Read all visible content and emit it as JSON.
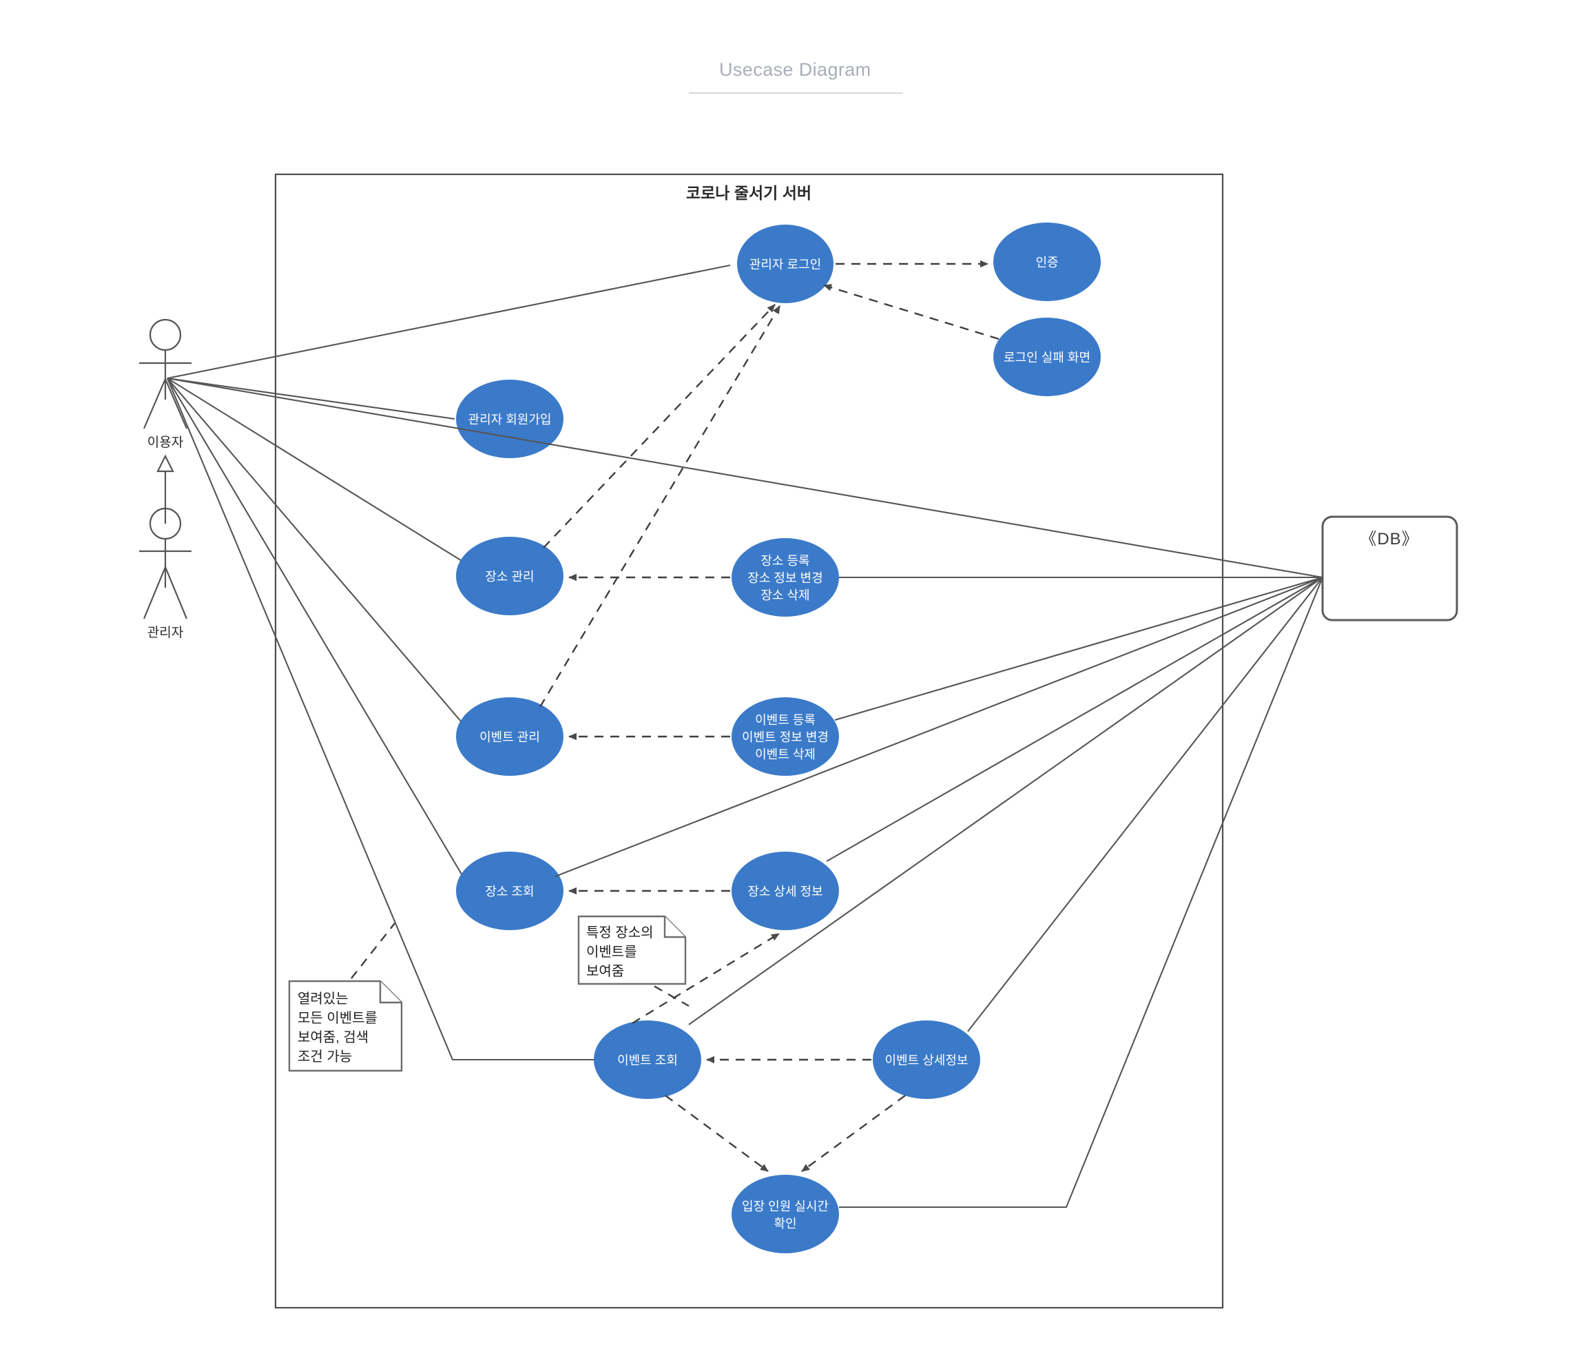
{
  "page": {
    "title": "Usecase Diagram",
    "background": "#ffffff",
    "accent": "#3b7ac9",
    "line_color": "#555555"
  },
  "system_boundary": {
    "label": "코로나 줄서기 서버"
  },
  "actors": [
    {
      "id": "user",
      "label": "이용자"
    },
    {
      "id": "admin",
      "label": "관리자"
    }
  ],
  "actor_generalization": {
    "from": "관리자",
    "to": "이용자",
    "kind": "generalization"
  },
  "usecases": [
    {
      "id": "admin-login",
      "lines": [
        "관리자 로그인"
      ]
    },
    {
      "id": "auth",
      "lines": [
        "인증"
      ]
    },
    {
      "id": "login-fail",
      "lines": [
        "로그인 실패 화면"
      ]
    },
    {
      "id": "admin-signup",
      "lines": [
        "관리자 회원가입"
      ]
    },
    {
      "id": "place-manage",
      "lines": [
        "장소 관리"
      ]
    },
    {
      "id": "place-crud",
      "lines": [
        "장소 등록",
        "장소 정보 변경",
        "장소 삭제"
      ]
    },
    {
      "id": "event-manage",
      "lines": [
        "이벤트 관리"
      ]
    },
    {
      "id": "event-crud",
      "lines": [
        "이벤트 등록",
        "이벤트 정보 변경",
        "이벤트 삭제"
      ]
    },
    {
      "id": "place-search",
      "lines": [
        "장소 조회"
      ]
    },
    {
      "id": "place-detail",
      "lines": [
        "장소 상세 정보"
      ]
    },
    {
      "id": "event-search",
      "lines": [
        "이벤트 조회"
      ]
    },
    {
      "id": "event-detail",
      "lines": [
        "이벤트 상세정보"
      ]
    },
    {
      "id": "realtime-headcount",
      "lines": [
        "입장 인원 실시간",
        "확인"
      ]
    }
  ],
  "notes": [
    {
      "id": "note-open-events",
      "lines": [
        "열려있는",
        "모든 이벤트를",
        "보여줌, 검색",
        "조건 가능"
      ],
      "anchor": "이벤트 조회"
    },
    {
      "id": "note-place-events",
      "lines": [
        "특정 장소의",
        "이벤트를",
        "보여줌"
      ],
      "anchor": "장소 상세 정보"
    }
  ],
  "database": {
    "id": "db-node",
    "label": "《DB》"
  },
  "uc_text": {
    "admin_login": "관리자 로그인",
    "auth": "인증",
    "login_fail": "로그인 실패 화면",
    "admin_signup": "관리자 회원가입",
    "place_manage": "장소 관리",
    "place_crud_1": "장소 등록",
    "place_crud_2": "장소 정보 변경",
    "place_crud_3": "장소 삭제",
    "event_manage": "이벤트 관리",
    "event_crud_1": "이벤트 등록",
    "event_crud_2": "이벤트 정보 변경",
    "event_crud_3": "이벤트 삭제",
    "place_search": "장소 조회",
    "place_detail": "장소 상세 정보",
    "event_search": "이벤트 조회",
    "event_detail": "이벤트 상세정보",
    "headcount_1": "입장 인원 실시간",
    "headcount_2": "확인"
  },
  "note_text": {
    "open_1": "열려있는",
    "open_2": "모든 이벤트를",
    "open_3": "보여줌, 검색",
    "open_4": "조건 가능",
    "place_1": "특정 장소의",
    "place_2": "이벤트를",
    "place_3": "보여줌"
  }
}
